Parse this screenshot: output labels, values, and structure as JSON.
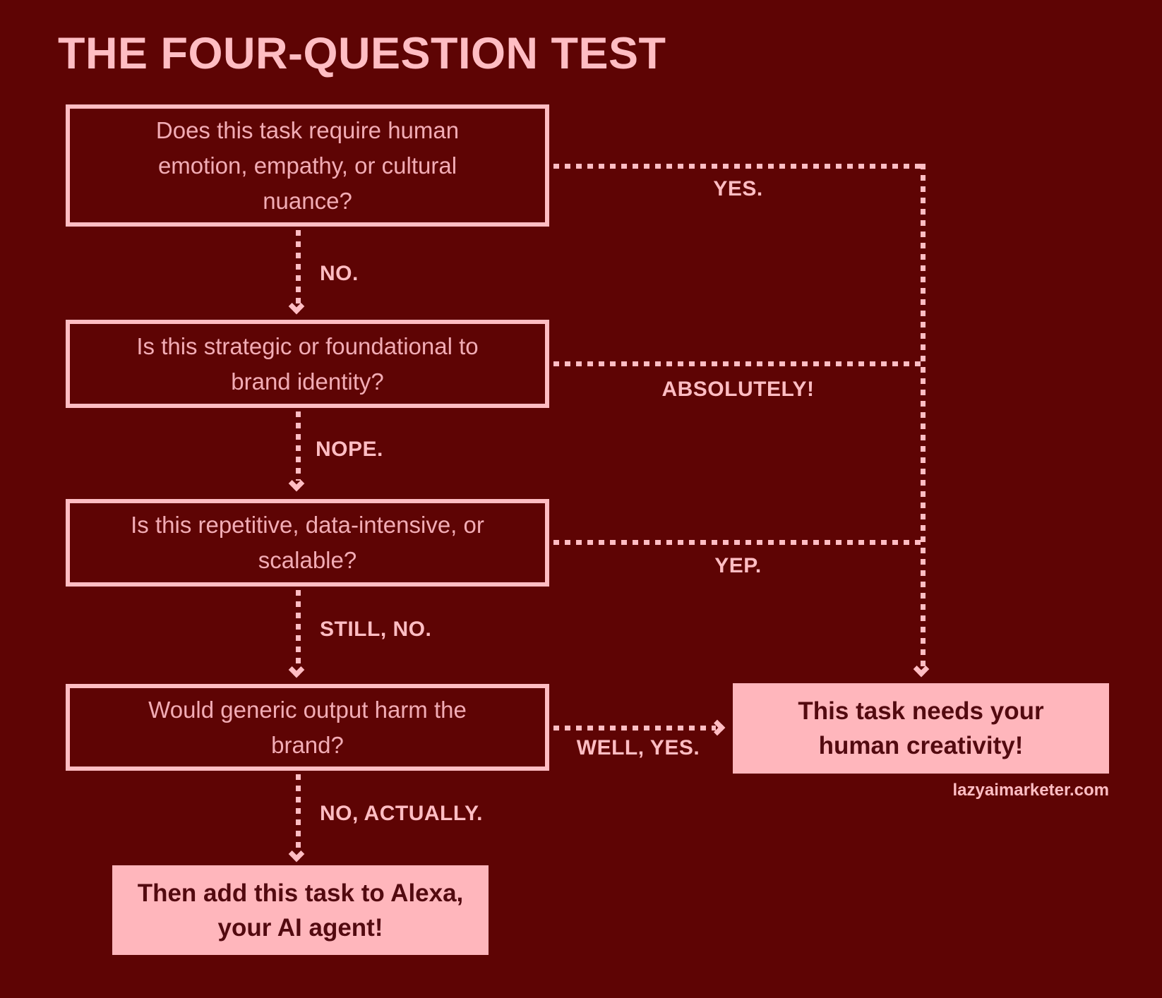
{
  "title": "THE FOUR-QUESTION TEST",
  "colors": {
    "background": "#5E0404",
    "pink": "#FFBDC3",
    "pink_soft": "#F2ACB5",
    "pink_fill": "#FFB6BC",
    "dark_text": "#530A10"
  },
  "flowchart": {
    "questions": [
      {
        "text": "Does this task require human\nemotion, empathy, or cultural\nnuance?",
        "no_label": "NO.",
        "yes_label": "YES."
      },
      {
        "text": "Is this strategic or foundational to\nbrand identity?",
        "no_label": "NOPE.",
        "yes_label": "ABSOLUTELY!"
      },
      {
        "text": "Is this repetitive, data-intensive, or\nscalable?",
        "no_label": "STILL, NO.",
        "yes_label": "YEP."
      },
      {
        "text": "Would generic output harm the\nbrand?",
        "no_label": "NO, ACTUALLY.",
        "yes_label": "WELL, YES."
      }
    ],
    "outcomes": {
      "human": "This task needs your\nhuman creativity!",
      "ai": "Then add this task to Alexa,\nyour AI agent!"
    }
  },
  "footer": {
    "watermark": "lazyaimarketer.com"
  }
}
